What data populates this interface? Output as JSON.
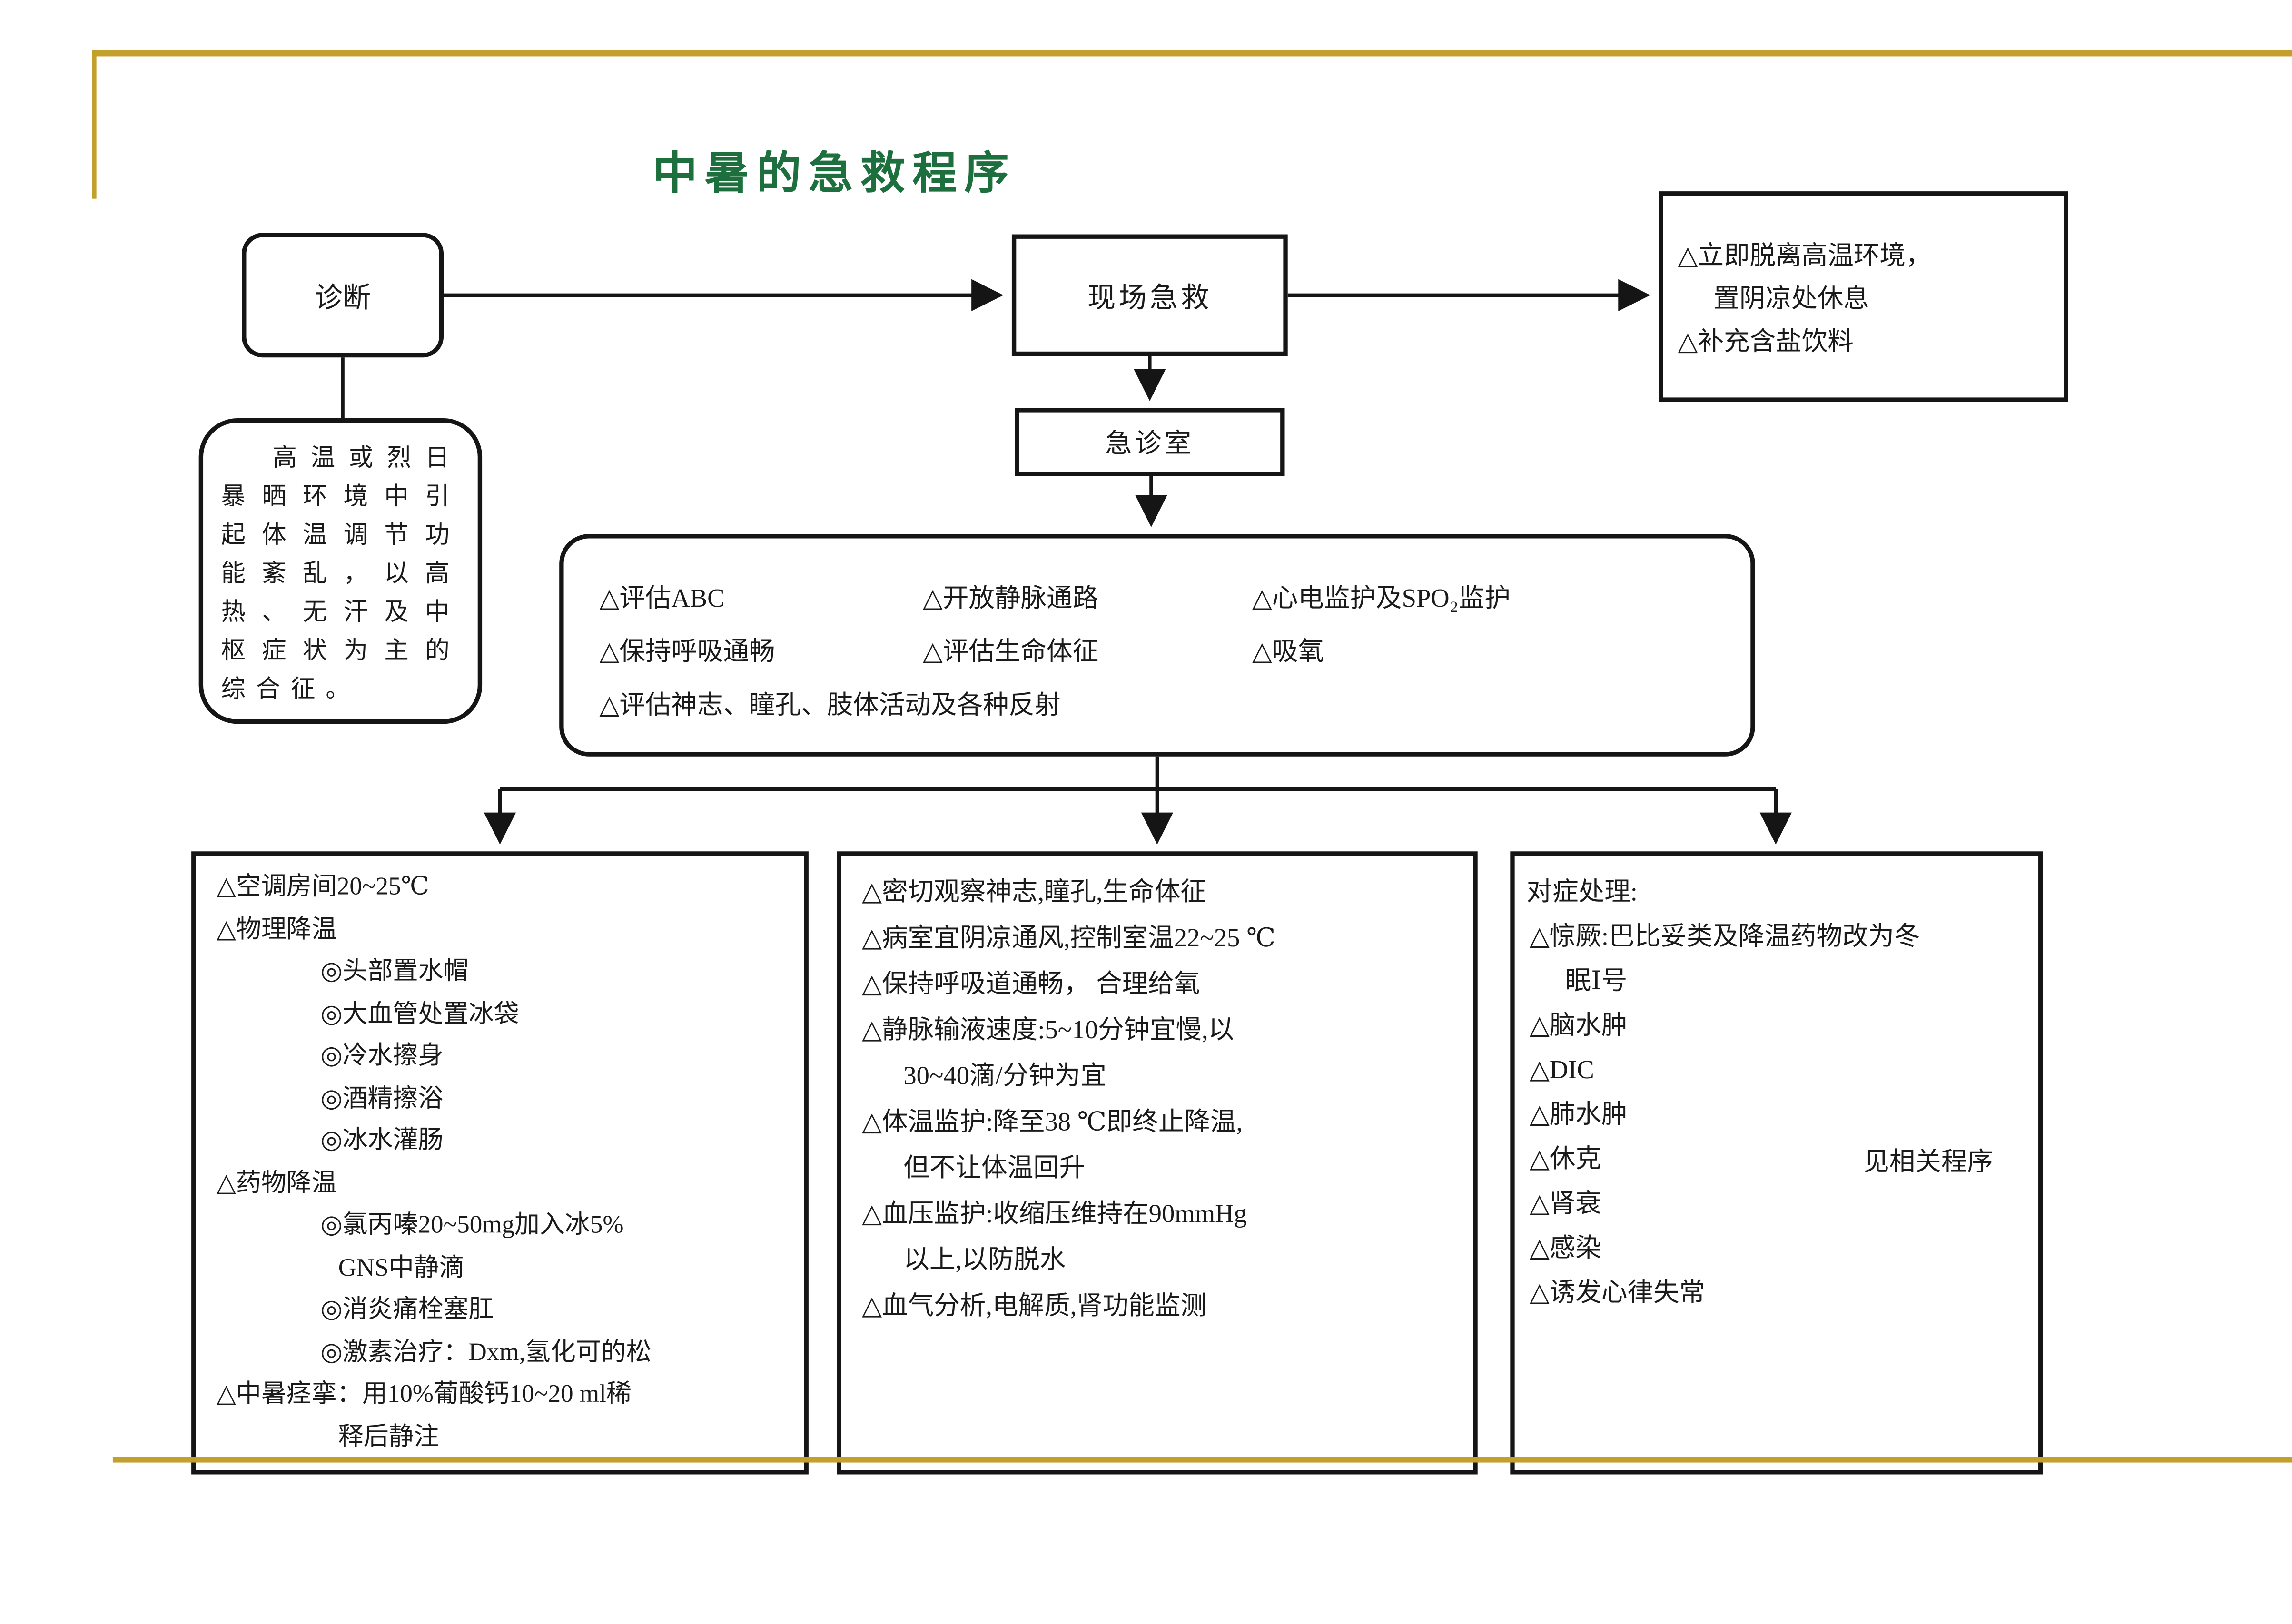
{
  "slide": {
    "title": "中暑的急救程序",
    "colors": {
      "accent_gold": "#c3a02b",
      "title_green": "#1d6f3e",
      "line_ink": "#151515"
    }
  },
  "flow": {
    "diagnosis_label": "诊断",
    "scene_aid_label": "现场急救",
    "er_label": "急诊室",
    "field_measures": [
      {
        "t": "△立即脱离高温环境，",
        "lv": 1
      },
      {
        "t": "置阴凉处休息",
        "lv": 3
      },
      {
        "t": "△补充含盐饮料",
        "lv": 1
      }
    ],
    "definition_text": "高温或烈日暴晒环境中引起体温调节功能紊乱，以高热、无汗及中枢症状为主的综合征。",
    "assessment": {
      "col1": [
        {
          "t": "△评估ABC",
          "lv": 1
        },
        {
          "t": "△保持呼吸通畅",
          "lv": 1
        }
      ],
      "col2": [
        {
          "t": "△开放静脉通路",
          "lv": 1
        },
        {
          "t": "△评估生命体征",
          "lv": 1
        }
      ],
      "col3": [
        {
          "t": "△心电监护及SPO₂监护",
          "lv": 1
        },
        {
          "t": "△吸氧",
          "lv": 1
        }
      ],
      "full_row": "△评估神志、瞳孔、肢体活动及各种反射"
    },
    "cooling_measures": [
      {
        "t": "△空调房间20~25℃",
        "lv": 1
      },
      {
        "t": "△物理降温",
        "lv": 1
      },
      {
        "t": "◎头部置水帽",
        "lv": 2
      },
      {
        "t": "◎大血管处置冰袋",
        "lv": 2
      },
      {
        "t": "◎冷水擦身",
        "lv": 2
      },
      {
        "t": "◎酒精擦浴",
        "lv": 2
      },
      {
        "t": "◎冰水灌肠",
        "lv": 2
      },
      {
        "t": "△药物降温",
        "lv": 1
      },
      {
        "t": "◎氯丙嗪20~50mg加入冰5%",
        "lv": 2
      },
      {
        "t": "GNS中静滴",
        "lv": 3
      },
      {
        "t": "◎消炎痛栓塞肛",
        "lv": 2
      },
      {
        "t": "◎激素治疗：Dxm,氢化可的松",
        "lv": 2
      },
      {
        "t": "△中暑痉挛：用10%葡酸钙10~20 ml稀",
        "lv": 1
      },
      {
        "t": "释后静注",
        "lv": 3
      }
    ],
    "monitoring": [
      {
        "t": "△密切观察神志,瞳孔,生命体征",
        "lv": 1
      },
      {
        "t": "△病室宜阴凉通风,控制室温22~25 ℃",
        "lv": 1
      },
      {
        "t": "△保持呼吸道通畅， 合理给氧",
        "lv": 1
      },
      {
        "t": "△静脉输液速度:5~10分钟宜慢,以",
        "lv": 1
      },
      {
        "t": "30~40滴/分钟为宜",
        "lv": 3
      },
      {
        "t": "△体温监护:降至38 ℃即终止降温,",
        "lv": 1
      },
      {
        "t": "但不让体温回升",
        "lv": 3
      },
      {
        "t": "△血压监护:收缩压维持在90mmHg",
        "lv": 1
      },
      {
        "t": "以上,以防脱水",
        "lv": 3
      },
      {
        "t": "△血气分析,电解质,肾功能监测",
        "lv": 1
      }
    ],
    "symptomatic": {
      "header": "对症处理:",
      "items": [
        {
          "t": "△惊厥:巴比妥类及降温药物改为冬",
          "lv": 1
        },
        {
          "t": "眠Ⅰ号",
          "lv": 3
        },
        {
          "t": "△脑水肿",
          "lv": 1
        },
        {
          "t": "△DIC",
          "lv": 1
        },
        {
          "t": "△肺水肿",
          "lv": 1
        },
        {
          "t": "△休克",
          "lv": 1
        },
        {
          "t": "△肾衰",
          "lv": 1
        },
        {
          "t": "△感染",
          "lv": 1
        },
        {
          "t": "△诱发心律失常",
          "lv": 1
        }
      ],
      "brace_label": "见相关程序"
    }
  }
}
